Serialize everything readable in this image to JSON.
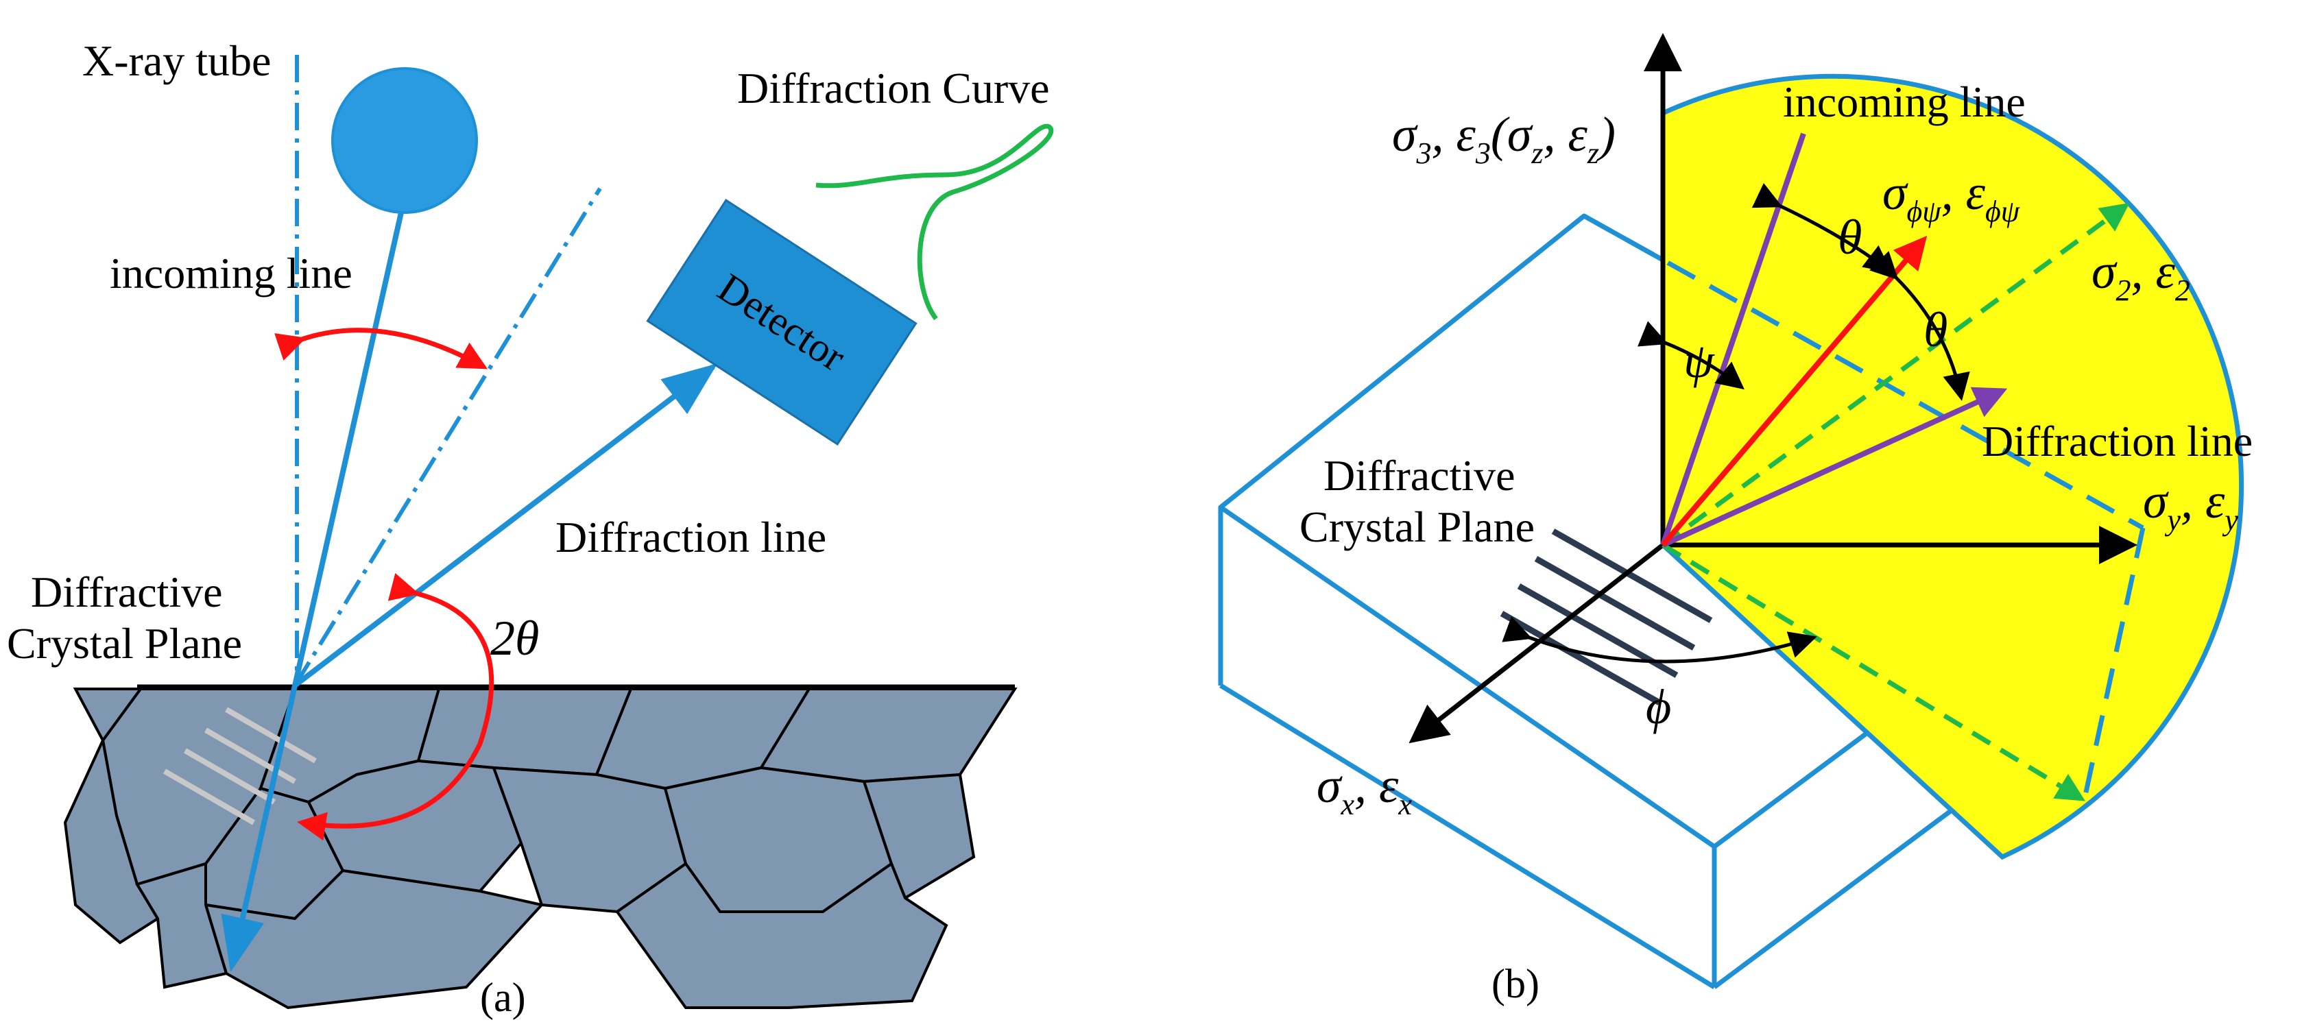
{
  "colors": {
    "blue": "#1e90d6",
    "tube_fill": "#2a9be0",
    "detector_fill": "#1f8fd4",
    "grain_fill": "#7f97b1",
    "red": "#ff1010",
    "green": "#1eb84b",
    "purple": "#7b3fb0",
    "yellow": "#ffff14",
    "dark": "#2b3a4e"
  },
  "panel_a": {
    "caption": "(a)",
    "xray_tube": "X-ray tube",
    "incoming_line": "incoming line",
    "diffraction_curve": "Diffraction Curve",
    "detector": "Detector",
    "diffraction_line": "Diffraction line",
    "crystal_plane_1": "Diffractive",
    "crystal_plane_2": "Crystal Plane",
    "angle_2theta": "2θ"
  },
  "panel_b": {
    "caption": "(b)",
    "incoming_line": "incoming line",
    "diffraction_line": "Diffraction line",
    "crystal_plane_1": "Diffractive",
    "crystal_plane_2": "Crystal Plane",
    "sigma3": {
      "base": "σ",
      "s1": "3",
      "mid": ", ε",
      "s2": "3",
      "open": "(σ",
      "s3": "z",
      "comma": ", ε",
      "s4": "z",
      "close": ")"
    },
    "sigma_phipsi": {
      "base": "σ",
      "s1": "ϕψ",
      "mid": ", ε",
      "s2": "ϕψ"
    },
    "sigma2": {
      "base": "σ",
      "s1": "2",
      "mid": ", ε",
      "s2": "2"
    },
    "sigma_y": {
      "base": "σ",
      "s1": "y",
      "mid": ", ε",
      "s2": "y"
    },
    "sigma_x": {
      "base": "σ",
      "s1": "x",
      "mid": ", ε",
      "s2": "x"
    },
    "theta_upper": "θ",
    "theta_lower": "θ",
    "psi": "ψ",
    "phi": "ϕ"
  }
}
